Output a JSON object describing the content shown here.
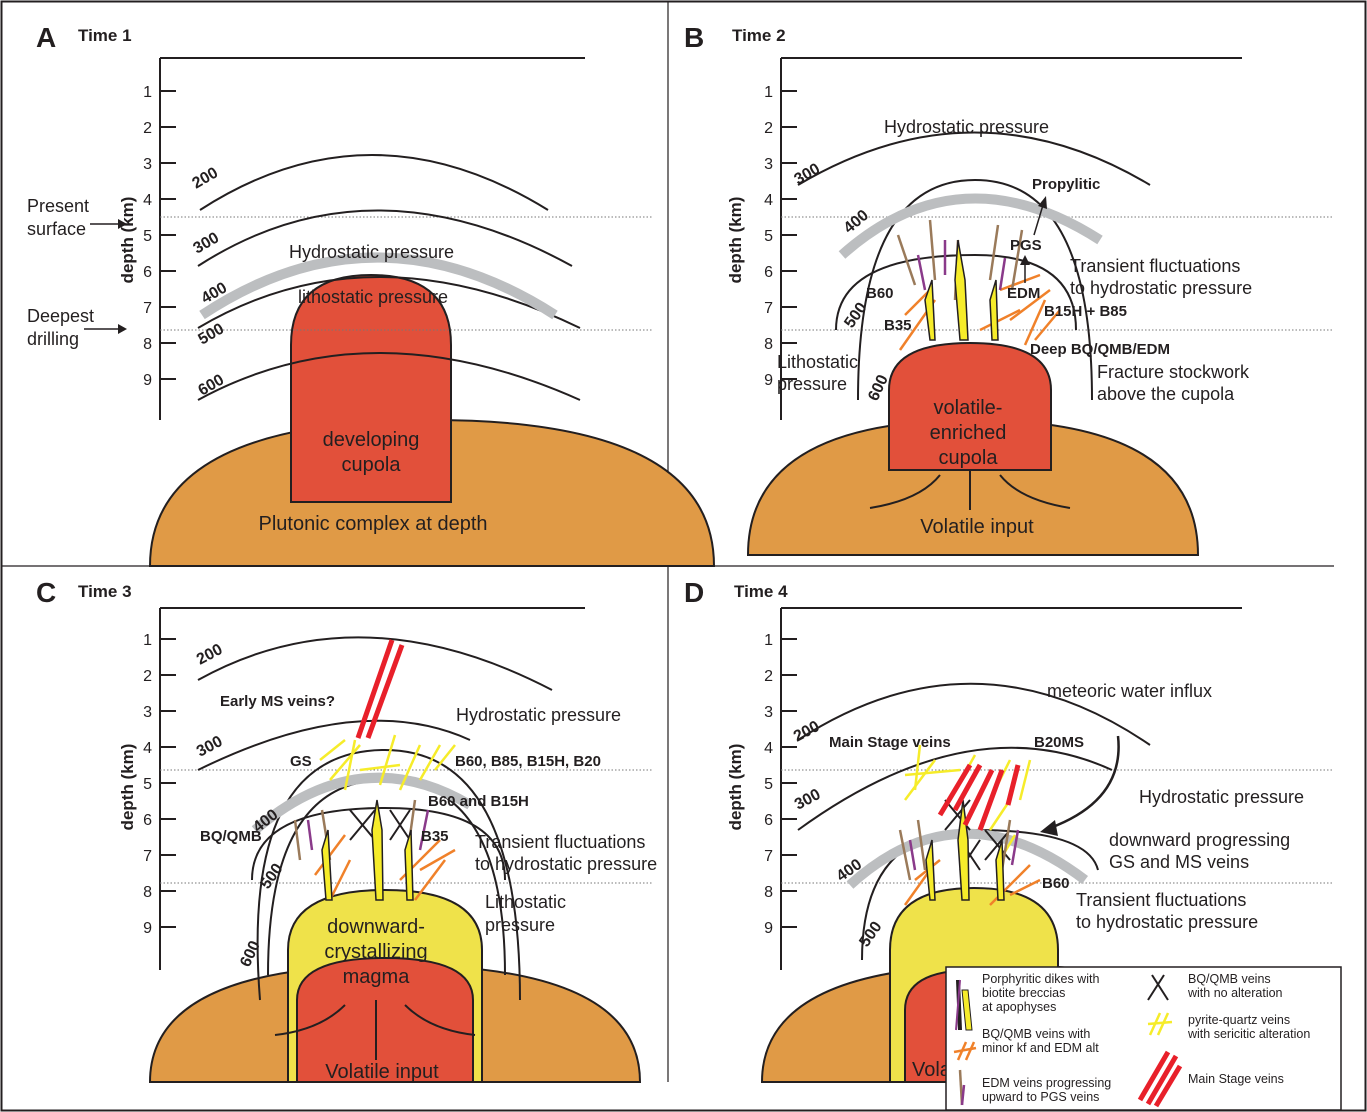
{
  "panels": {
    "A": {
      "letter": "A",
      "time": "Time 1",
      "depth_ticks": [
        "1",
        "2",
        "3",
        "4",
        "5",
        "6",
        "7",
        "8",
        "9"
      ],
      "axis_label": "depth (km)",
      "isotherms": [
        "200",
        "300",
        "400",
        "500",
        "600"
      ],
      "present_surface": [
        "Present",
        "surface"
      ],
      "deepest_drilling": [
        "Deepest",
        "drilling"
      ],
      "hydrostatic": "Hydrostatic pressure",
      "lithostatic": "lithostatic pressure",
      "cupola": [
        "developing",
        "cupola"
      ],
      "pluton": "Plutonic complex at depth"
    },
    "B": {
      "letter": "B",
      "time": "Time 2",
      "depth_ticks": [
        "1",
        "2",
        "3",
        "4",
        "5",
        "6",
        "7",
        "8",
        "9"
      ],
      "axis_label": "depth (km)",
      "isotherms": [
        "300",
        "400",
        "500",
        "600"
      ],
      "hydrostatic": "Hydrostatic pressure",
      "propylitic": "Propylitic",
      "pgs": "PGS",
      "edm": "EDM",
      "b60": "B60",
      "b35": "B35",
      "b15h_b85": "B15H + B85",
      "deep": "Deep BQ/QMB/EDM",
      "transient": [
        "Transient fluctuations",
        "to hydrostatic pressure"
      ],
      "fracture": [
        "Fracture stockwork",
        "above the cupola"
      ],
      "lithostatic": [
        "Lithostatic",
        "pressure"
      ],
      "cupola": [
        "volatile-",
        "enriched",
        "cupola"
      ],
      "volatile_input": "Volatile input"
    },
    "C": {
      "letter": "C",
      "time": "Time 3",
      "depth_ticks": [
        "1",
        "2",
        "3",
        "4",
        "5",
        "6",
        "7",
        "8",
        "9"
      ],
      "axis_label": "depth (km)",
      "isotherms": [
        "200",
        "300",
        "400",
        "500",
        "600"
      ],
      "early_ms": "Early MS veins?",
      "hydrostatic": "Hydrostatic pressure",
      "gs": "GS",
      "b_list": "B60, B85, B15H, B20",
      "b60_b15h": "B60 and B15H",
      "bq_qmb": "BQ/QMB",
      "b35": "B35",
      "transient": [
        "Transient fluctuations",
        "to hydrostatic pressure"
      ],
      "lithostatic": [
        "Lithostatic",
        "pressure"
      ],
      "magma": [
        "downward-",
        "crystallizing",
        "magma"
      ],
      "volatile_input": "Volatile input"
    },
    "D": {
      "letter": "D",
      "time": "Time 4",
      "depth_ticks": [
        "1",
        "2",
        "3",
        "4",
        "5",
        "6",
        "7",
        "8",
        "9"
      ],
      "axis_label": "depth (km)",
      "isotherms": [
        "200",
        "300",
        "400",
        "500"
      ],
      "meteoric": "meteoric water influx",
      "main_stage": "Main Stage veins",
      "b20ms": "B20MS",
      "hydrostatic": "Hydrostatic pressure",
      "downward": [
        "downward progressing",
        "GS and MS veins"
      ],
      "b60": "B60",
      "transient": [
        "Transient fluctuations",
        "to hydrostatic pressure"
      ],
      "volatile_partial": "Vola"
    }
  },
  "legend": {
    "dikes": [
      "Porphyritic dikes with",
      "biotite breccias",
      "at apophyses"
    ],
    "bq_minor": [
      "BQ/QMB veins with",
      "minor kf and EDM alt"
    ],
    "edm": [
      "EDM veins progressing",
      "upward to PGS veins"
    ],
    "bq_none": [
      "BQ/QMB veins",
      "with no alteration"
    ],
    "pyrite": [
      "pyrite-quartz veins",
      "with sericitic alteration"
    ],
    "main_stage": "Main Stage veins"
  },
  "colors": {
    "pluton": "#e09a46",
    "cupola": "#e2503a",
    "magma": "#efe24a",
    "isotherm_400": "#bcbec0",
    "bq_vein": "#f0812a",
    "pyrite_vein": "#f6ec2a",
    "ms_vein": "#e8202a",
    "edm_brown": "#9a7a5a",
    "edm_purple": "#8a3a8a"
  }
}
